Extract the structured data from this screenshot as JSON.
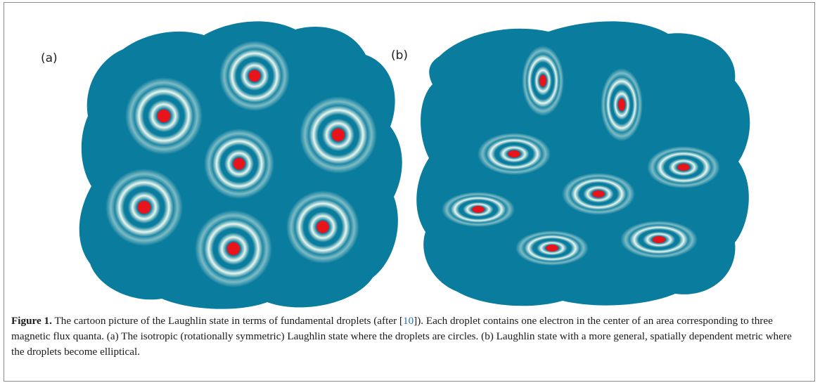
{
  "figure": {
    "panel_a_label": "(a)",
    "panel_b_label": "(b)",
    "caption": {
      "label": "Figure 1.",
      "text_1": " The cartoon picture of the Laughlin state in terms of fundamental droplets (after [",
      "ref": "10",
      "text_2": "]). Each droplet contains one electron in the center of an area corresponding to three magnetic flux quanta. (a) The isotropic (rotationally symmetric) Laughlin state where the droplets are circles. (b) Laughlin state with a more general, spatially dependent metric where the droplets become elliptical."
    },
    "colors": {
      "background_blob": "#0a7c9e",
      "ring": "#d9efe4",
      "electron": "#e8141c",
      "ref_link": "#1f6fb2"
    }
  }
}
